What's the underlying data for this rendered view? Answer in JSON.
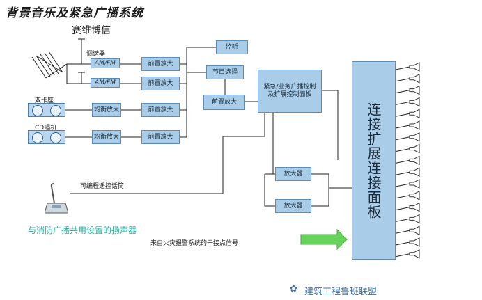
{
  "title": "背景音乐及紧急广播系统",
  "subtitle": "赛维博信",
  "labels": {
    "tuner": "调谐器",
    "am1": "AM/FM",
    "am2": "AM/FM",
    "tape": "双卡座",
    "cd": "CD唱机",
    "mic": "可编程遥控话筒",
    "green_note": "与消防广播共用设置的扬声器",
    "fire_signal": "来自火灾报警系统的干接点信号",
    "watermark": "建筑工程鲁班联盟"
  },
  "boxes": {
    "amp1": "前置放大",
    "amp2": "前置放大",
    "amp3": "前置放大",
    "amp4": "前置放大",
    "eq1": "均衡放大",
    "eq2": "均衡放大",
    "monitor": "监听",
    "program": "节目选择",
    "mixer": "前置放大",
    "control": "紧急/业务广播控制及扩展控制面板",
    "pa1": "放大器",
    "pa2": "放大器"
  },
  "panel": "连接扩展连接面板",
  "colors": {
    "box_fill": "#a9cde8",
    "box_border": "#5b8db8",
    "line": "#222222",
    "green_text": "#27b0a0",
    "arrow": "#66d35a",
    "watermark": "#3d6fa0"
  }
}
